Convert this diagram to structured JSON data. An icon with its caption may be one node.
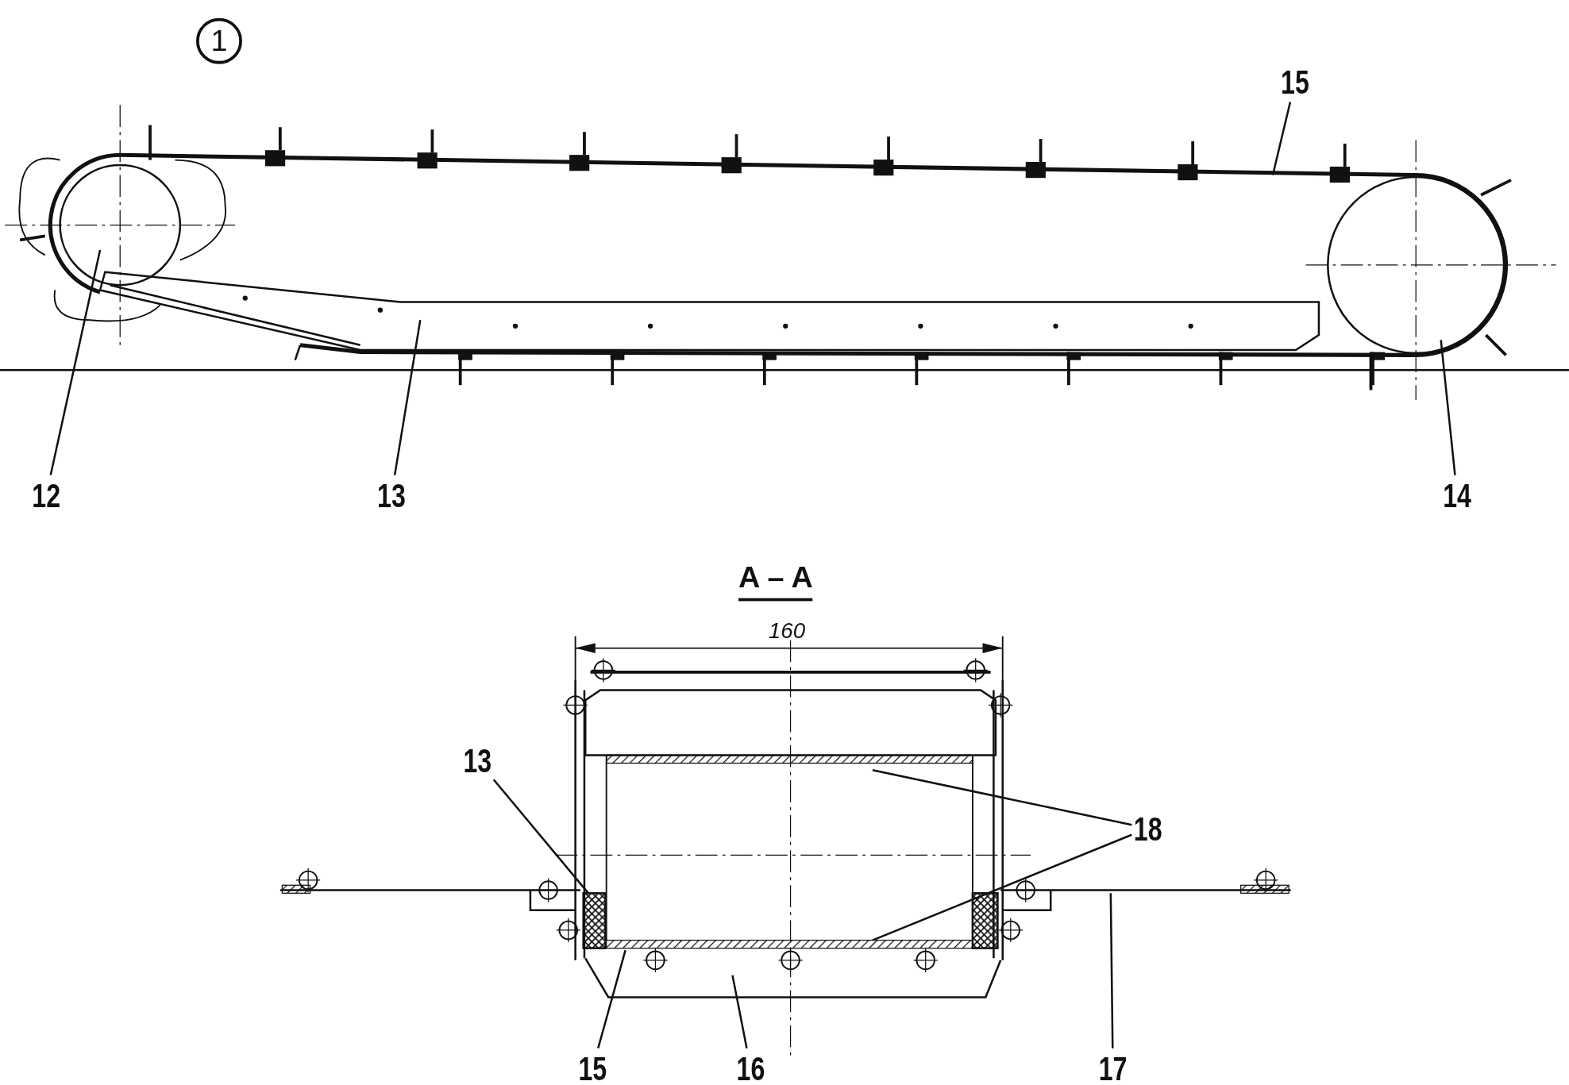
{
  "diagram": {
    "nodes": [
      {
        "text": [
          "1"
        ]
      },
      {
        "text": [
          "15"
        ]
      },
      {
        "text": [
          "12"
        ]
      },
      {
        "text": [
          "13"
        ]
      },
      {
        "text": [
          "14"
        ]
      },
      {
        "text": [
          "13"
        ]
      },
      {
        "text": [
          "18"
        ]
      },
      {
        "text": [
          "15"
        ]
      },
      {
        "text": [
          "16"
        ]
      },
      {
        "text": [
          "17"
        ]
      }
    ],
    "edges": [
      {
        "from": 1,
        "to": null,
        "arrow": "none"
      },
      {
        "from": 2,
        "to": null,
        "arrow": "none"
      },
      {
        "from": 3,
        "to": null,
        "arrow": "none"
      },
      {
        "from": 4,
        "to": null,
        "arrow": "none"
      },
      {
        "from": 5,
        "to": null,
        "arrow": "none"
      },
      {
        "from": 6,
        "to": null,
        "arrow": "none"
      },
      {
        "from": 6,
        "to": null,
        "arrow": "none"
      },
      {
        "from": 7,
        "to": null,
        "arrow": "none"
      },
      {
        "from": 8,
        "to": null,
        "arrow": "none"
      },
      {
        "from": 9,
        "to": null,
        "arrow": "none"
      }
    ],
    "labels": [
      "A – A",
      "160"
    ]
  }
}
